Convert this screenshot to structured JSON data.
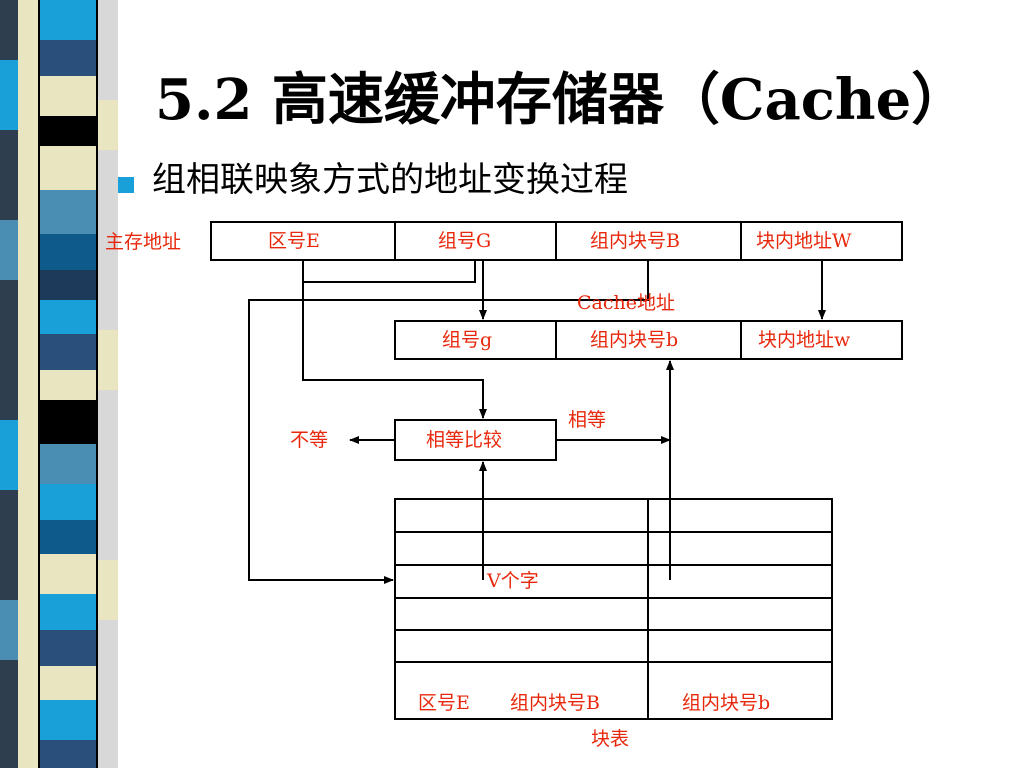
{
  "slide": {
    "title": "5.2 高速缓冲存储器（Cache）",
    "bullet": "组相联映象方式的地址变换过程"
  },
  "diagram": {
    "main_memory_address_label": "主存地址",
    "main_memory_fields": [
      "区号E",
      "组号G",
      "组内块号B",
      "块内地址W"
    ],
    "cache_address_label": "Cache地址",
    "cache_fields": [
      "组号g",
      "组内块号b",
      "块内地址w"
    ],
    "compare_box": "相等比较",
    "not_equal_label": "不等",
    "equal_label": "相等",
    "table_rows_label": "V个字",
    "table_columns": [
      "区号E",
      "组内块号B",
      "组内块号b"
    ],
    "table_caption": "块表"
  },
  "colors": {
    "label_red": "#e8280c",
    "bullet_blue": "#1aa0d8",
    "line": "#000000"
  }
}
